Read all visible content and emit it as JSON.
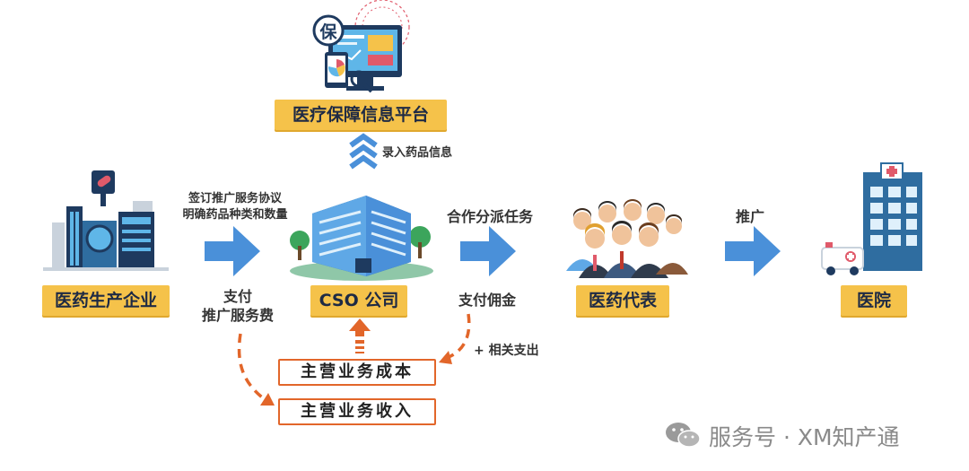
{
  "nodes": {
    "manufacturer": "医药生产企业",
    "cso": "CSO 公司",
    "reps": "医药代表",
    "hospital": "医院",
    "platform": "医疗保障信息平台"
  },
  "edges": {
    "manu_to_cso_line1": "签订推广服务协议",
    "manu_to_cso_line2": "明确药品种类和数量",
    "cso_to_platform": "录入药品信息",
    "cso_to_reps": "合作分派任务",
    "reps_to_hospital": "推广",
    "pay_fee_line1": "支付",
    "pay_fee_line2": "推广服务费",
    "pay_commission": "支付佣金",
    "related_expenses": "+ 相关支出"
  },
  "accounting": {
    "cost": "主营业务成本",
    "revenue": "主营业务收入"
  },
  "platform_badge": "保",
  "watermark": "服务号 · XM知产通",
  "colors": {
    "label_bg": "#f5c24a",
    "blue_arrow": "#4a90d9",
    "orange": "#e2662a"
  }
}
